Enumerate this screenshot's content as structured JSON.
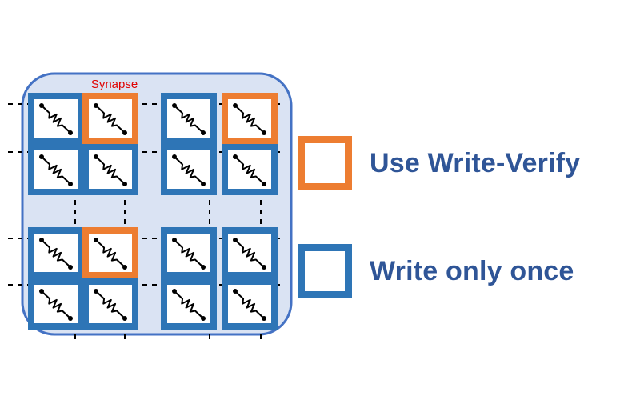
{
  "diagram": {
    "title_label": "Synapse",
    "colors": {
      "blue": "#2e75b6",
      "orange": "#ed7d31",
      "array_fill": "#dae3f3",
      "array_border": "#4472c4",
      "title": "#e00000",
      "legend_text": "#2f5597"
    },
    "grid": {
      "rows": 4,
      "cols": 4,
      "cell_colors": [
        [
          "blue",
          "orange",
          "blue",
          "orange"
        ],
        [
          "blue",
          "blue",
          "blue",
          "blue"
        ],
        [
          "blue",
          "orange",
          "blue",
          "blue"
        ],
        [
          "blue",
          "blue",
          "blue",
          "blue"
        ]
      ]
    }
  },
  "legend": [
    {
      "label": "Use Write-Verify",
      "color": "orange"
    },
    {
      "label": "Write only once",
      "color": "blue"
    }
  ]
}
